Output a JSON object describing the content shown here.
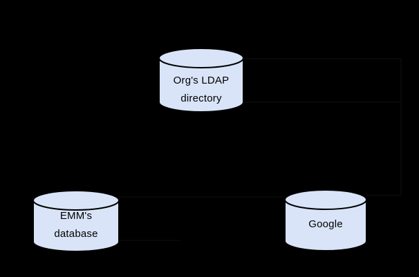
{
  "diagram": {
    "description": "Directory sync architecture diagram with three database cylinders on a black background",
    "colors": {
      "background": "#000000",
      "cylinder_fill": "#d9e4f8",
      "cylinder_stroke": "#000000",
      "label_text": "#000000",
      "faint_connector": "#0a0a0a"
    },
    "nodes": {
      "ldap": {
        "shape": "database-cylinder",
        "lines": [
          "Org's LDAP",
          "directory"
        ]
      },
      "emm": {
        "shape": "database-cylinder",
        "lines": [
          "EMM's",
          "database"
        ]
      },
      "google": {
        "shape": "database-cylinder",
        "lines": [
          "Google"
        ]
      }
    },
    "connectors": [
      {
        "name": "ldap-right-upper-segment",
        "from": "ldap",
        "to": "right-elbow",
        "visibility": "barely-visible"
      },
      {
        "name": "ldap-right-lower-segment",
        "from": "ldap",
        "to": "right-elbow",
        "visibility": "barely-visible"
      },
      {
        "name": "right-elbow-vertical",
        "from": "right-elbow",
        "to": "google",
        "visibility": "barely-visible"
      },
      {
        "name": "google-right-segment",
        "from": "google",
        "to": "right-elbow",
        "visibility": "barely-visible"
      },
      {
        "name": "emm-to-google-link",
        "from": "emm",
        "to": "google",
        "visibility": "barely-visible"
      },
      {
        "name": "emm-right-lower-segment",
        "from": "emm",
        "to": "center",
        "visibility": "barely-visible"
      }
    ]
  }
}
